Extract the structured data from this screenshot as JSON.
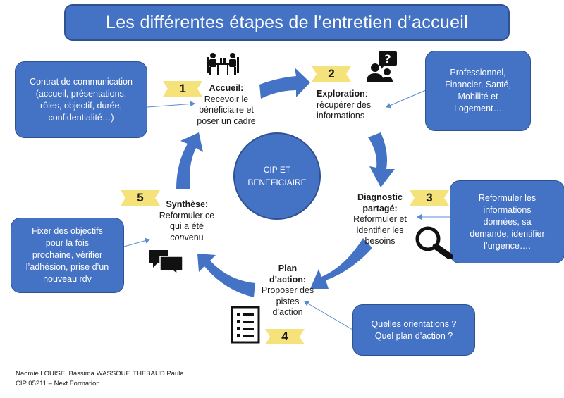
{
  "title": "Les différentes étapes de l’entretien d’accueil",
  "center": "CIP ET\nBENEFICIAIRE",
  "steps": [
    {
      "number": "1",
      "heading": "Accueil:",
      "text": "Recevoir le\nbénéficiaire et\nposer un cadre"
    },
    {
      "number": "2",
      "heading": "Exploration",
      "heading_suffix": ":",
      "text": "récupérer des\ninformations"
    },
    {
      "number": "3",
      "heading": "Diagnostic\npartagé:",
      "text": "Reformuler et\nidentifier les\nbesoins"
    },
    {
      "number": "4",
      "heading": "Plan\nd’action:",
      "text": "Proposer des\npistes\nd’action"
    },
    {
      "number": "5",
      "heading": "Synthèse",
      "heading_suffix": ":",
      "text_pre": "Reformuler ce\nqui a été\n",
      "text_italic": "con",
      "text_post": "venu"
    }
  ],
  "notes": {
    "contract": "Contrat de communication\n(accueil, présentations,\nrôles, objectif, durée,\nconfidentialité…)",
    "domains": "Professionnel,\nFinancier, Santé,\nMobilité et\nLogement…",
    "reformulate": "Reformuler les\ninformations\ndonnées,  sa\ndemande, identifier\nl’urgence….",
    "orientations": "Quelles orientations ?\nQuel plan d’action ?",
    "objectives": "Fixer  des objectifs\npour la fois\nprochaine, vérifier\nl’adhésion, prise d’un\nnouveau rdv"
  },
  "icons": [
    "meeting-table-icon",
    "question-person-icon",
    "magnifier-icon",
    "checklist-icon",
    "chat-bubbles-icon"
  ],
  "colors": {
    "primary": "#4472c4",
    "border": "#2f528f",
    "badge": "#f5e27a",
    "text": "#1a1a1a"
  },
  "footer": {
    "line1": "Naomie LOUISE, Bassima WASSOUF, THEBAUD Paula",
    "line2": "CIP 05211 – Next Formation"
  }
}
